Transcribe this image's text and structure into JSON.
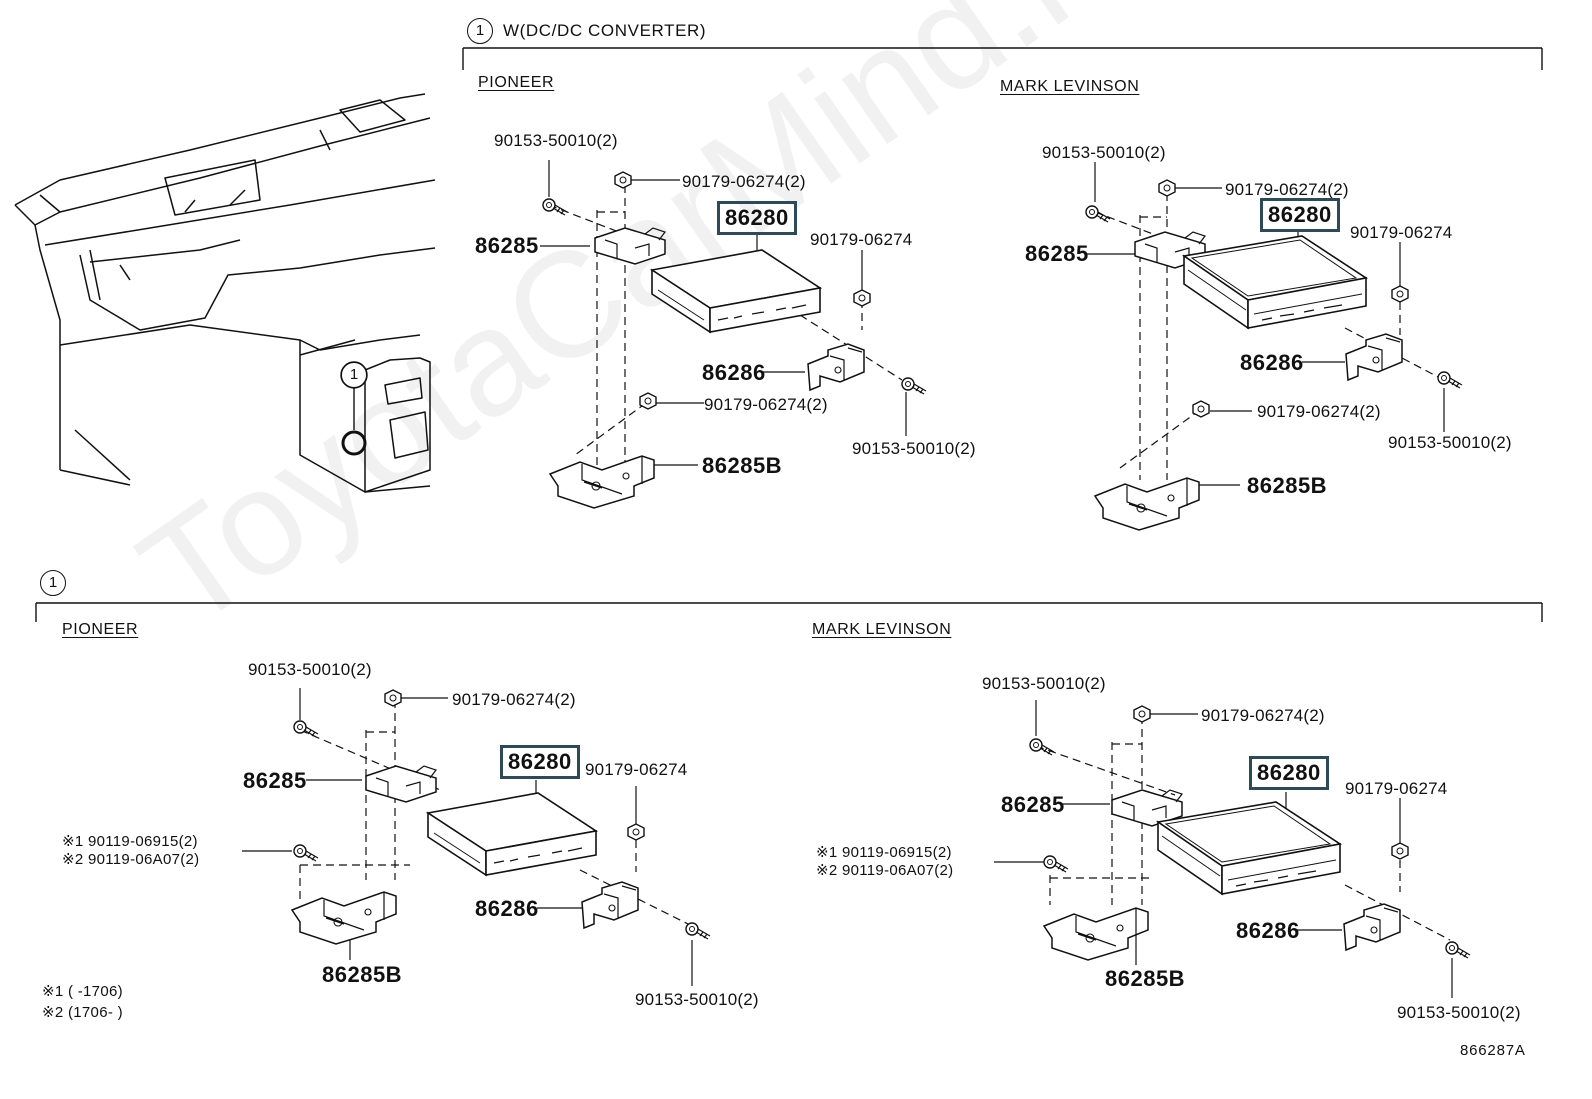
{
  "diagram_id": "866287A",
  "watermark": "ToyotaCarMind.ru",
  "colors": {
    "line": "#111111",
    "part_box_border": "#2f4a57",
    "watermark": "rgba(0,0,0,0.055)"
  },
  "callout_symbol": "1",
  "top_section": {
    "title": "W(DC/DC CONVERTER)",
    "pioneer": {
      "heading": "PIONEER",
      "bolt_upper": "90153-50010(2)",
      "nut_upper": "90179-06274(2)",
      "bracket_85": "86285",
      "main_part": "86280",
      "nut_right": "90179-06274",
      "bracket_86": "86286",
      "nut_lower": "90179-06274(2)",
      "bolt_lower": "90153-50010(2)",
      "bracket_85b": "86285B"
    },
    "mark_levinson": {
      "heading": "MARK LEVINSON",
      "bolt_upper": "90153-50010(2)",
      "nut_upper": "90179-06274(2)",
      "bracket_85": "86285",
      "main_part": "86280",
      "nut_right": "90179-06274",
      "bracket_86": "86286",
      "nut_lower": "90179-06274(2)",
      "bolt_lower": "90153-50010(2)",
      "bracket_85b": "86285B"
    }
  },
  "bottom_section": {
    "pioneer": {
      "heading": "PIONEER",
      "bolt_upper": "90153-50010(2)",
      "nut_upper": "90179-06274(2)",
      "bracket_85": "86285",
      "main_part": "86280",
      "nut_right": "90179-06274",
      "screw_1": "※1 90119-06915(2)",
      "screw_2": "※2 90119-06A07(2)",
      "bracket_86": "86286",
      "bracket_85b": "86285B",
      "bolt_lower": "90153-50010(2)"
    },
    "mark_levinson": {
      "heading": "MARK LEVINSON",
      "bolt_upper": "90153-50010(2)",
      "nut_upper": "90179-06274(2)",
      "bracket_85": "86285",
      "main_part": "86280",
      "nut_right": "90179-06274",
      "screw_1": "※1 90119-06915(2)",
      "screw_2": "※2 90119-06A07(2)",
      "bracket_86": "86286",
      "bracket_85b": "86285B",
      "bolt_lower": "90153-50010(2)"
    }
  },
  "footnotes": {
    "note_1": "※1 (      -1706)",
    "note_2": "※2 (1706-      )"
  }
}
